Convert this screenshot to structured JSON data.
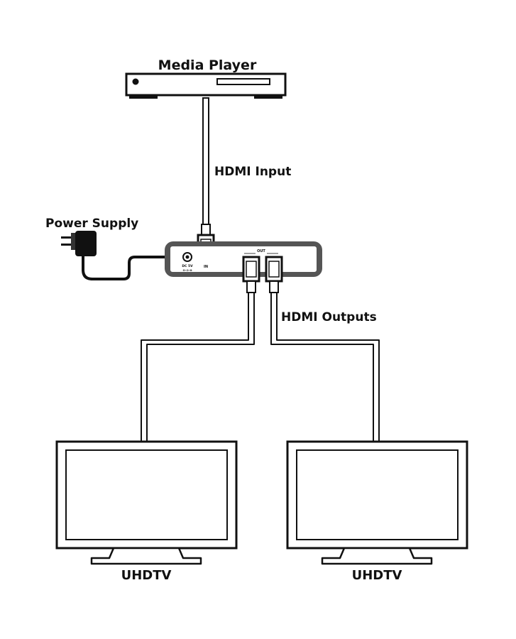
{
  "labels": {
    "media_player": "Media Player",
    "hdmi_input": "HDMI Input",
    "power_supply": "Power Supply",
    "hdmi_outputs": "HDMI Outputs",
    "tv_left": "UHDTV",
    "tv_right": "UHDTV"
  },
  "splitter": {
    "dc_label": "DC 5V",
    "in_label": "IN",
    "out_label": "OUT"
  },
  "colors": {
    "line": "#111111",
    "splitter_frame": "#555555",
    "splitter_body": "#ffffff",
    "background": "#ffffff"
  }
}
